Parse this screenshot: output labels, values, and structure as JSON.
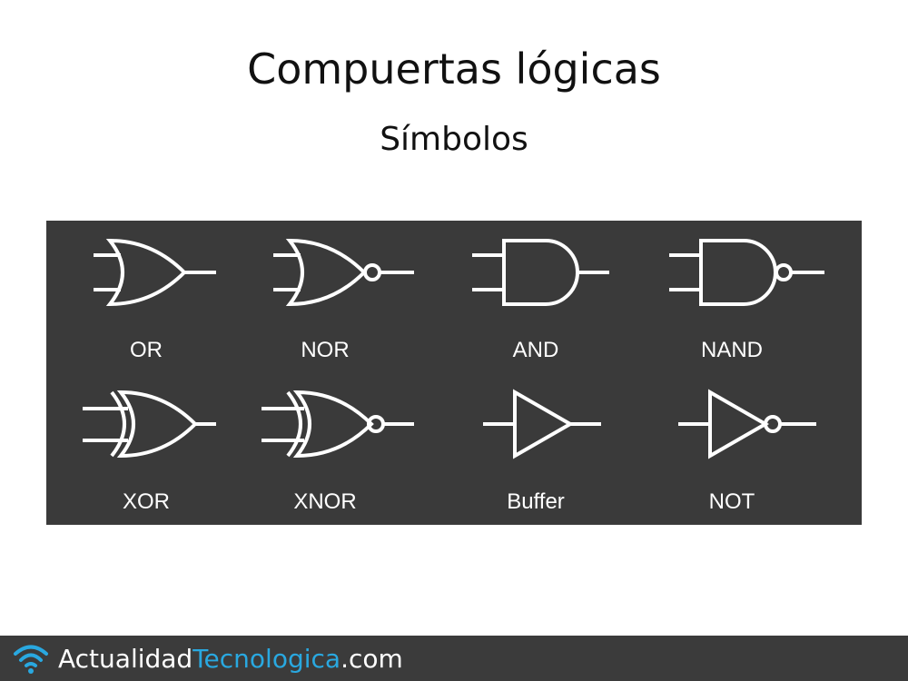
{
  "title": "Compuertas lógicas",
  "subtitle": "Símbolos",
  "gates": [
    {
      "label": "OR"
    },
    {
      "label": "NOR"
    },
    {
      "label": "AND"
    },
    {
      "label": "NAND"
    },
    {
      "label": "XOR"
    },
    {
      "label": "XNOR"
    },
    {
      "label": "Buffer"
    },
    {
      "label": "NOT"
    }
  ],
  "footer": {
    "brand_part1": "Actualidad",
    "brand_part2": "Tecnologica",
    "brand_part3": ".com",
    "icon": "wifi-icon"
  },
  "colors": {
    "panel_background": "#3a3a3a",
    "symbol_stroke": "#ffffff",
    "footer_background": "#3b3b3b",
    "brand_accent": "#29a8e0"
  }
}
